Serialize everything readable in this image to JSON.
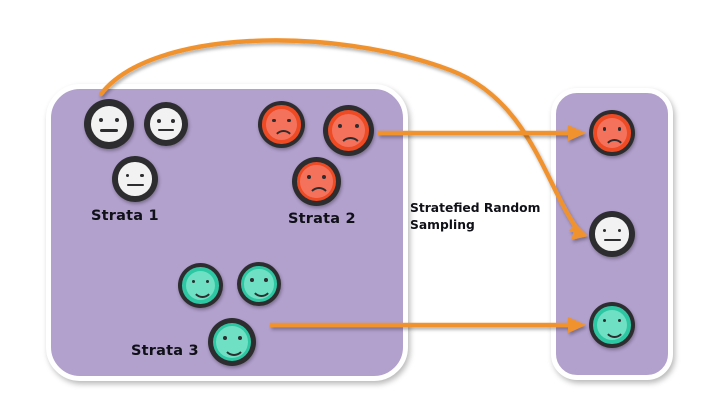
{
  "diagram": {
    "title": "Stratified Random Sampling diagram",
    "colors": {
      "panel_fill": "#b2a0cd",
      "panel_border": "#ffffff",
      "arrow": "#f0922f",
      "face_neutral_fill": "#f2f2f2",
      "face_sad_band": "#ee4a24",
      "face_sad_fill": "#f4725c",
      "face_happy_band": "#2ec7a4",
      "face_happy_fill": "#6fe0c3",
      "face_stroke": "#2d2d30",
      "text": "#101018"
    }
  },
  "population_panel": {
    "name": "population",
    "strata": [
      {
        "label": "Strata 1",
        "face_type": "neutral",
        "face_semantic": "neutral-face-icon",
        "count": 3
      },
      {
        "label": "Strata 2",
        "face_type": "sad",
        "face_semantic": "sad-face-icon",
        "count": 3
      },
      {
        "label": "Strata 3",
        "face_type": "happy",
        "face_semantic": "happy-face-icon",
        "count": 3
      }
    ]
  },
  "caption": {
    "line1": "Stratefied Random",
    "line2": "Sampling"
  },
  "sample_panel": {
    "name": "sample",
    "items": [
      {
        "face_type": "sad",
        "face_semantic": "sad-face-icon",
        "from_strata": "Strata 2"
      },
      {
        "face_type": "neutral",
        "face_semantic": "neutral-face-icon",
        "from_strata": "Strata 1"
      },
      {
        "face_type": "happy",
        "face_semantic": "happy-face-icon",
        "from_strata": "Strata 3"
      }
    ]
  },
  "arrows": [
    {
      "name": "arrow-strata1-to-sample",
      "style": "curved",
      "from": "Strata 1 neutral face",
      "to": "sample neutral face"
    },
    {
      "name": "arrow-strata2-to-sample",
      "style": "straight",
      "from": "Strata 2 sad face",
      "to": "sample sad face"
    },
    {
      "name": "arrow-strata3-to-sample",
      "style": "straight",
      "from": "Strata 3 happy face",
      "to": "sample happy face"
    }
  ]
}
